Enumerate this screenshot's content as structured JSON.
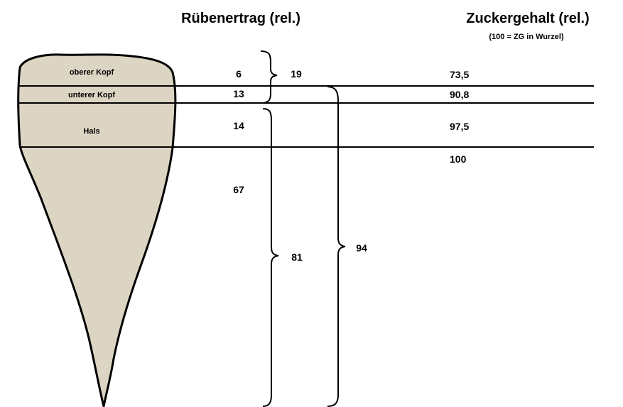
{
  "headers": {
    "yield_title": "Rübenertrag (rel.)",
    "sugar_title": "Zuckergehalt (rel.)",
    "sugar_note": "(100 =  ZG in Wurzel)"
  },
  "segments": {
    "upper_head": "oberer Kopf",
    "lower_head": "unterer Kopf",
    "neck": "Hals"
  },
  "yield_values": {
    "upper_head": "6",
    "lower_head": "13",
    "neck": "14",
    "root": "67"
  },
  "bracket_sums": {
    "head_total": "19",
    "neck_root": "81",
    "without_upper_head": "94"
  },
  "sugar_values": {
    "upper_head": "73,5",
    "lower_head": "90,8",
    "neck": "97,5",
    "root": "100"
  },
  "colors": {
    "beet_fill": "#ddd5c3",
    "outline": "#000000"
  }
}
